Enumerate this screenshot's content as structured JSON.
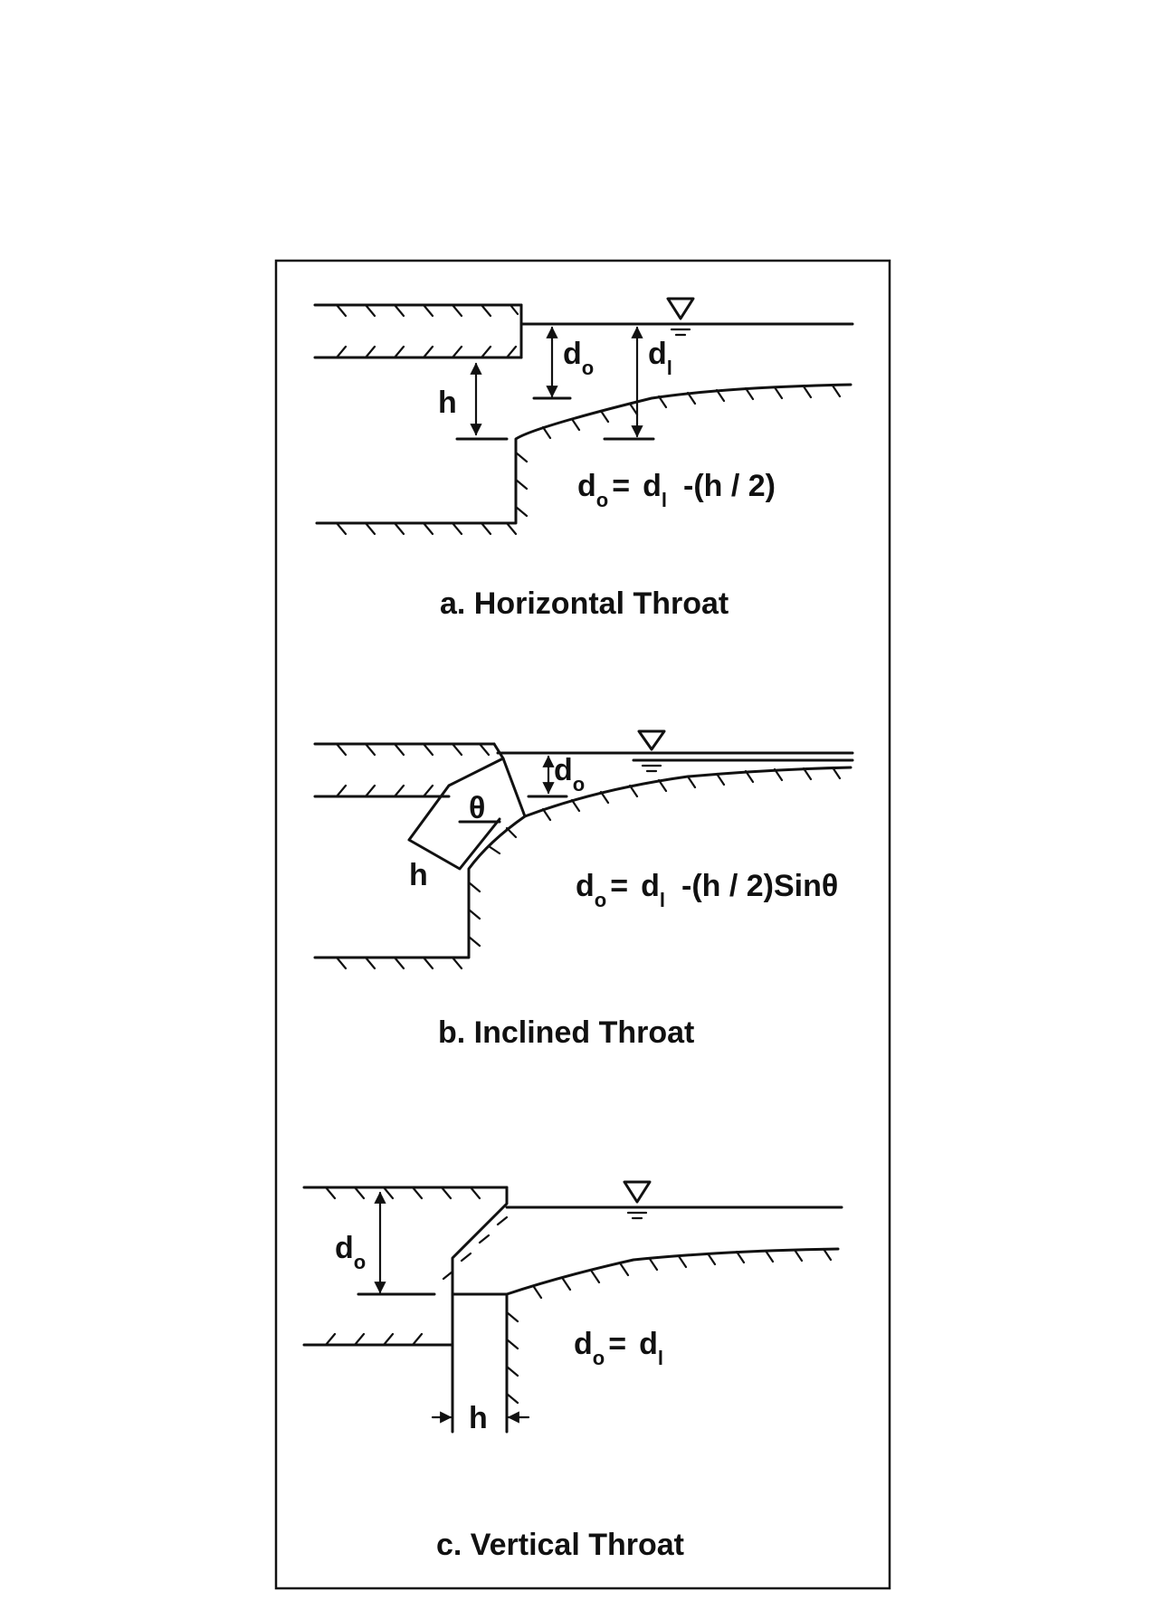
{
  "panels": [
    {
      "caption": "a. Horizontal Throat",
      "label_h": "h",
      "label_do": "d",
      "label_do_sub": "o",
      "label_dl": "d",
      "label_dl_sub": "l",
      "equation": {
        "lhs": "d",
        "lhs_sub": "o",
        "eq": "=",
        "rhs_d": "d",
        "rhs_sub": "l",
        "rest": "-(h / 2)"
      }
    },
    {
      "caption": "b. Inclined Throat",
      "label_h": "h",
      "label_do": "d",
      "label_do_sub": "o",
      "label_theta": "θ",
      "equation": {
        "lhs": "d",
        "lhs_sub": "o",
        "eq": "=",
        "rhs_d": "d",
        "rhs_sub": "l",
        "rest": "-(h / 2)Sinθ"
      }
    },
    {
      "caption": "c. Vertical Throat",
      "label_h": "h",
      "label_do": "d",
      "label_do_sub": "o",
      "equation": {
        "lhs": "d",
        "lhs_sub": "o",
        "eq": "=",
        "rhs_d": "d",
        "rhs_sub": "l",
        "rest": ""
      }
    }
  ],
  "water_surface_icon": "water-surface-triangle-icon"
}
